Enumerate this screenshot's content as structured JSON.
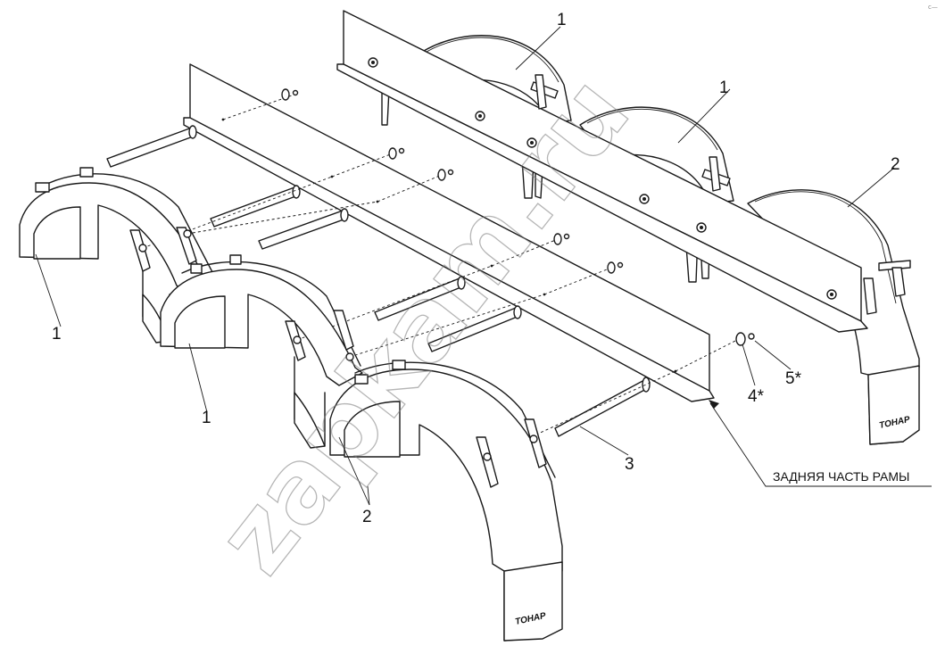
{
  "callouts": {
    "c1_top_left_fender": "1",
    "c1_mid_left_fender": "1",
    "c1_rear_top": "1",
    "c1_rear_second": "1",
    "c2_rear_last": "2",
    "c2_front_last": "2",
    "c3_rod": "3",
    "c4_washer": "4*",
    "c5_nut": "5*"
  },
  "frame_label": "ЗАДНЯЯ ЧАСТЬ РАМЫ",
  "mudflap_brand": "ТОНАР",
  "watermark": "zapkam.ru",
  "corner_mark": "c—"
}
